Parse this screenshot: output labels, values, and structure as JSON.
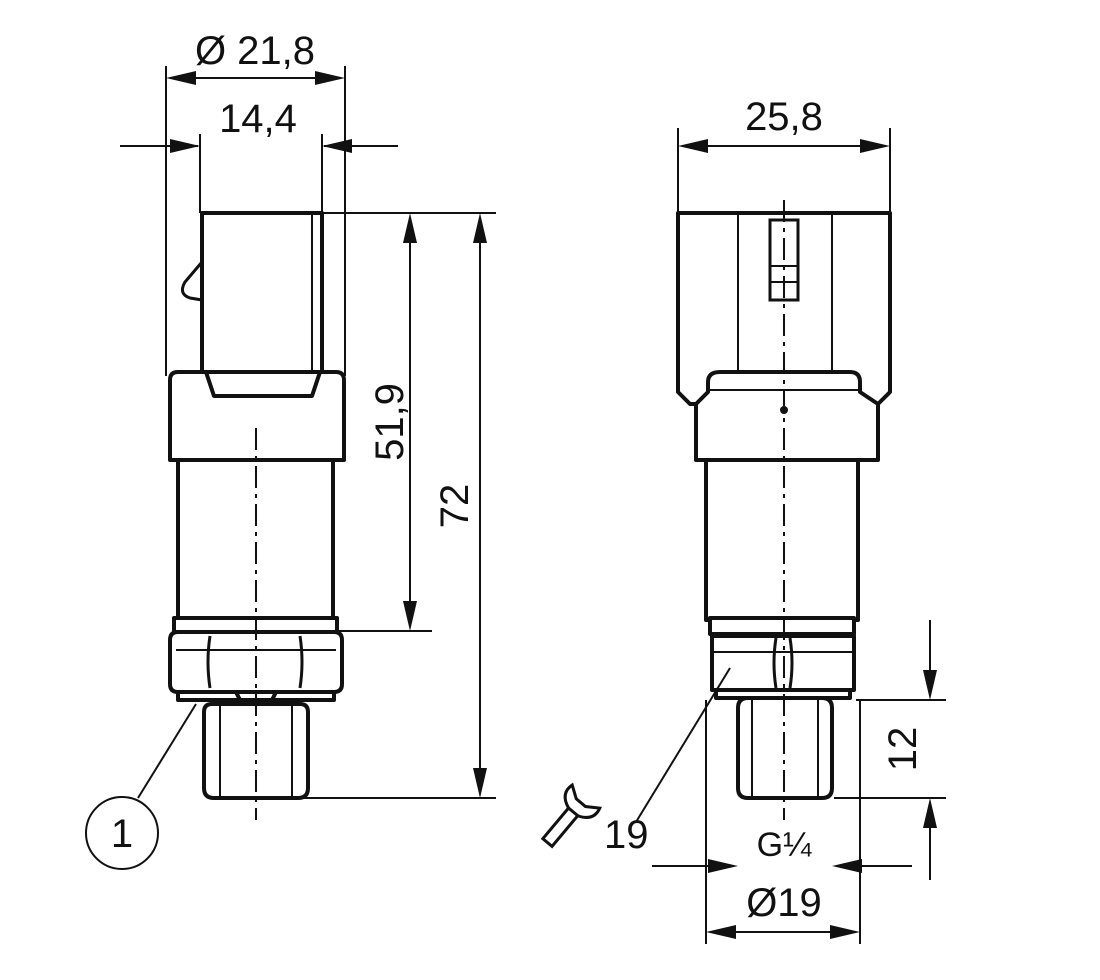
{
  "dimensions": {
    "outer_diameter": "Ø 21,8",
    "connector_width": "14,4",
    "width_side": "25,8",
    "height_connector_to_seal": "51,9",
    "total_length": "72",
    "thread_length": "12",
    "wrench_size": "19",
    "thread": "G¼",
    "seal_diameter": "Ø19"
  },
  "callouts": {
    "item_1": "1"
  },
  "icons": {
    "wrench": "wrench-icon"
  }
}
